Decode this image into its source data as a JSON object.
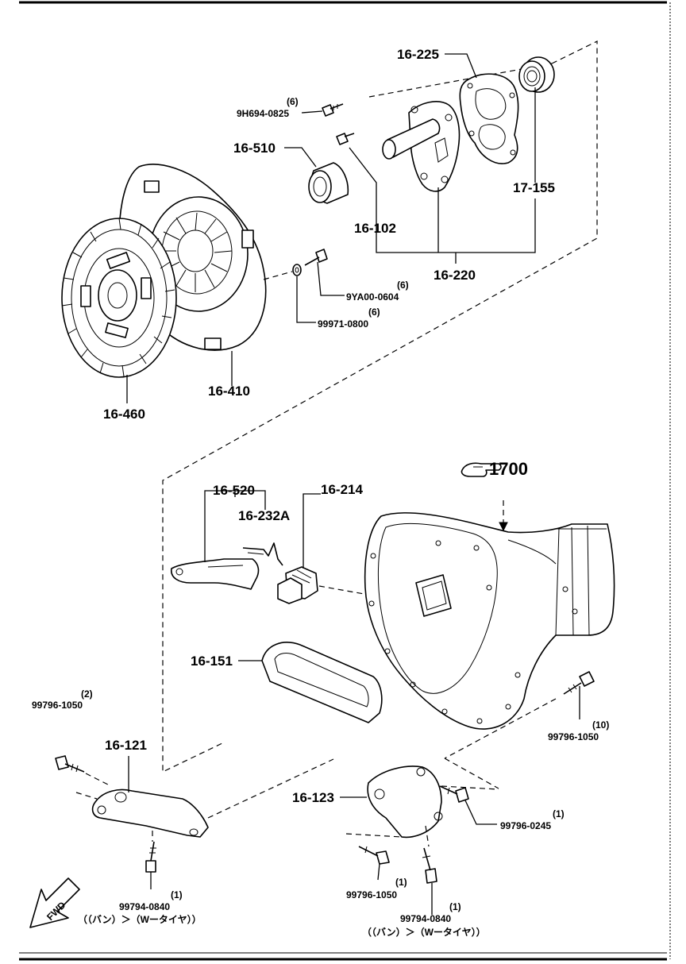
{
  "parts": {
    "p16_225": "16-225",
    "p9h694_qty": "(6)",
    "p9h694": "9H694-0825",
    "p16_510": "16-510",
    "p17_155": "17-155",
    "p16_102": "16-102",
    "p16_220": "16-220",
    "p9ya00_qty": "(6)",
    "p9ya00": "9YA00-0604",
    "p99971_qty": "(6)",
    "p99971": "99971-0800",
    "p16_410": "16-410",
    "p16_460": "16-460",
    "p16_520": "16-520",
    "p16_214": "16-214",
    "p1700": "1700",
    "p16_232a": "16-232A",
    "p16_151": "16-151",
    "p99796_1050_top_qty": "(2)",
    "p99796_1050_top": "99796-1050",
    "p99796_1050_right_qty": "(10)",
    "p99796_1050_right": "99796-1050",
    "p16_121": "16-121",
    "p16_123": "16-123",
    "p99796_0245_qty": "(1)",
    "p99796_0245": "99796-0245",
    "p99794_left_qty": "(1)",
    "p99794_left": "99794-0840",
    "p99794_left_note": "（（バン）＞（Wータイヤ））",
    "p99796_1050_bottom_qty": "(1)",
    "p99796_1050_bottom": "99796-1050",
    "p99794_right_qty": "(1)",
    "p99794_right": "99794-0840",
    "p99794_right_note": "（（バン）＞（Wータイヤ））"
  },
  "fwd_label": "FWD",
  "reference_icon": "pointing-hand-icon"
}
